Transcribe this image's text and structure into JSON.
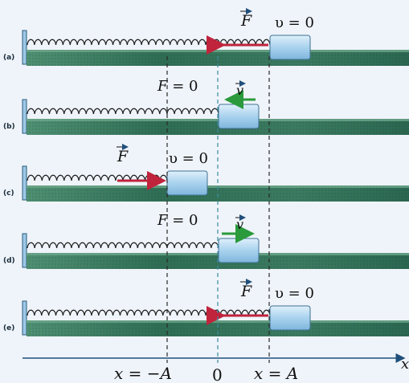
{
  "figure": {
    "colors": {
      "background": "#eef4f9",
      "track": "#2f6e55",
      "track_light": "#6ea78c",
      "spring": "#1d1d1d",
      "block": "#b8d9ef",
      "force_arrow": "#c0243c",
      "velocity_arrow": "#2b9a3c",
      "guide_line": "#2a2a2a",
      "origin_line": "#3a8aa0"
    },
    "panels": [
      {
        "tag": "(a)",
        "state": "right",
        "force": "→F",
        "force_symbol": "F",
        "velocity": "υ = 0",
        "velocity_symbol": "",
        "mark": ""
      },
      {
        "tag": "(b)",
        "state": "center-left",
        "force": "F = 0",
        "force_symbol": "",
        "velocity": "",
        "velocity_symbol": "v",
        "mark": ""
      },
      {
        "tag": "(c)",
        "state": "left",
        "force": "→F",
        "force_symbol": "F",
        "velocity": "υ = 0",
        "velocity_symbol": "",
        "mark": ""
      },
      {
        "tag": "(d)",
        "state": "center-right",
        "force": "F = 0",
        "force_symbol": "",
        "velocity": "",
        "velocity_symbol": "v",
        "mark": ""
      },
      {
        "tag": "(e)",
        "state": "right",
        "force": "→F",
        "force_symbol": "F",
        "velocity": "υ = 0",
        "velocity_symbol": "",
        "mark": ""
      }
    ],
    "axis": {
      "label": "x",
      "left_label": "x = −A",
      "origin_label": "0",
      "right_label": "x = A"
    }
  }
}
